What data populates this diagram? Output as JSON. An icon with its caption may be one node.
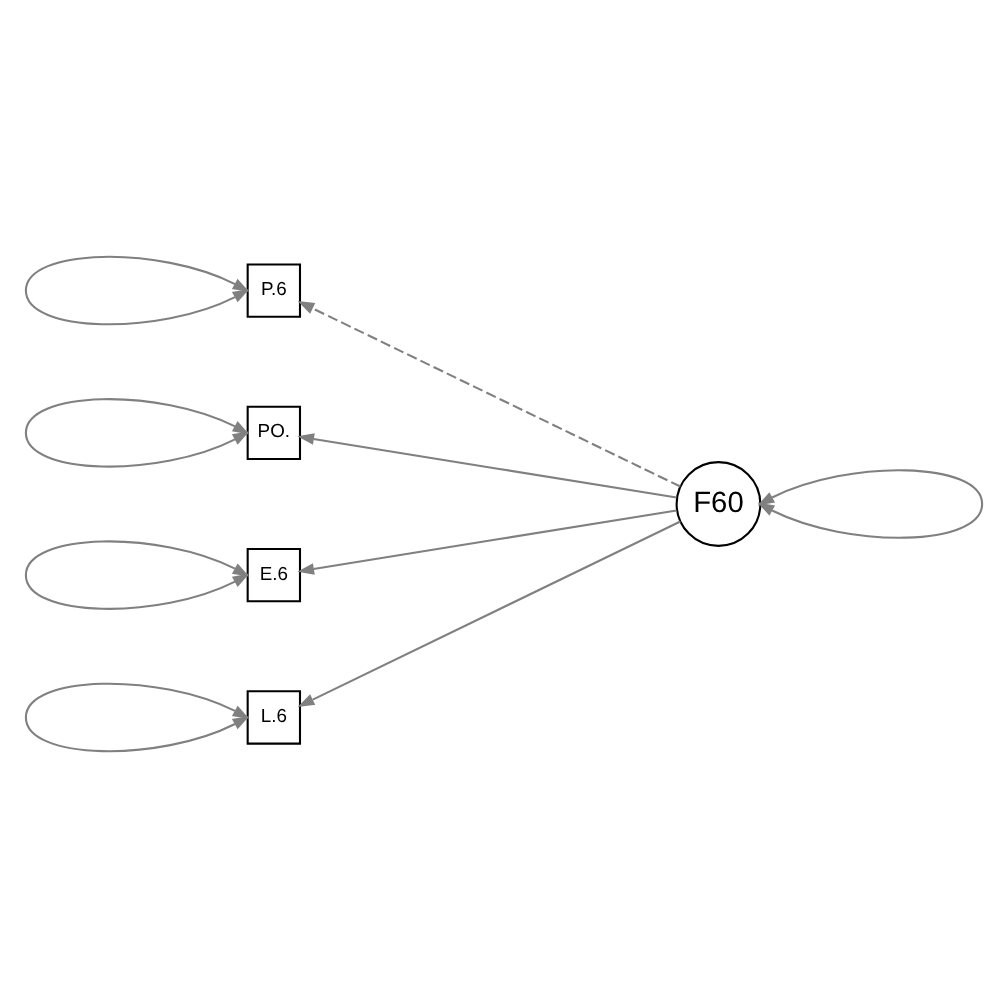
{
  "diagram": {
    "nodes": [
      {
        "text": [
          "P.6"
        ]
      },
      {
        "text": [
          "PO."
        ]
      },
      {
        "text": [
          "E.6"
        ]
      },
      {
        "text": [
          "L.6"
        ]
      },
      {
        "text": [
          "F60"
        ]
      }
    ],
    "edges": [
      {
        "from": 4,
        "to": 0,
        "arrow": "to",
        "style": "dashed"
      },
      {
        "from": 4,
        "to": 1,
        "arrow": "to"
      },
      {
        "from": 4,
        "to": 2,
        "arrow": "to"
      },
      {
        "from": 4,
        "to": 3,
        "arrow": "to"
      },
      {
        "from": 0,
        "to": 0,
        "arrow": "both"
      },
      {
        "from": 1,
        "to": 1,
        "arrow": "both"
      },
      {
        "from": 2,
        "to": 2,
        "arrow": "both"
      },
      {
        "from": 3,
        "to": 3,
        "arrow": "both"
      },
      {
        "from": 4,
        "to": 4,
        "arrow": "both"
      }
    ]
  }
}
